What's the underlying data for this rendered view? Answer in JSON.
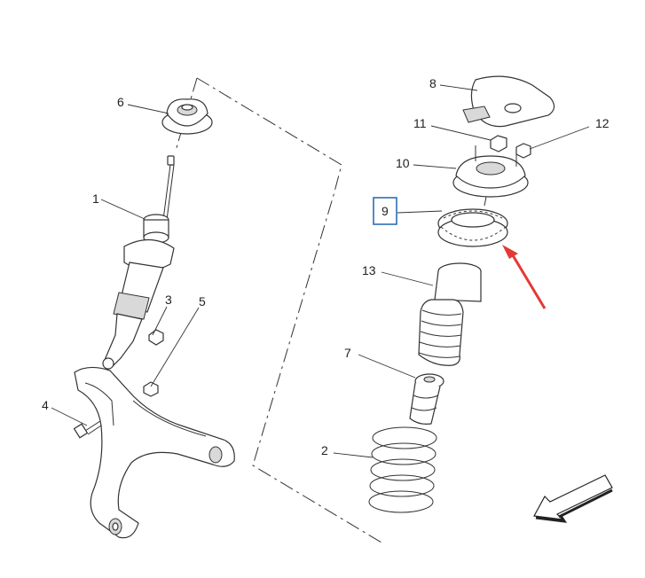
{
  "diagram": {
    "callouts": [
      {
        "id": "1",
        "label": "1"
      },
      {
        "id": "2",
        "label": "2"
      },
      {
        "id": "3",
        "label": "3"
      },
      {
        "id": "4",
        "label": "4"
      },
      {
        "id": "5",
        "label": "5"
      },
      {
        "id": "6",
        "label": "6"
      },
      {
        "id": "7",
        "label": "7"
      },
      {
        "id": "8",
        "label": "8"
      },
      {
        "id": "9",
        "label": "9"
      },
      {
        "id": "10",
        "label": "10"
      },
      {
        "id": "11",
        "label": "11"
      },
      {
        "id": "12",
        "label": "12"
      },
      {
        "id": "13",
        "label": "13"
      }
    ],
    "highlighted_part": "9",
    "colors": {
      "line": "#333333",
      "highlight_box": "#2f6db5",
      "arrow": "#e53935",
      "shade": "#d9d9d9"
    },
    "icons": [
      "direction-arrow-icon",
      "red-pointer-arrow-icon"
    ]
  }
}
